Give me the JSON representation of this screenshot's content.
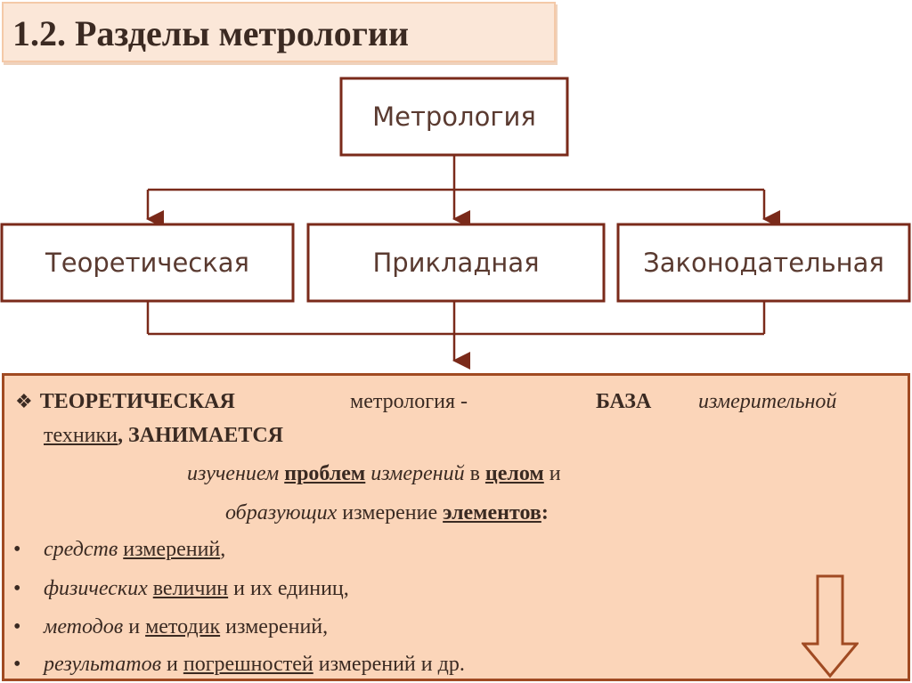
{
  "title": "1.2. Разделы метрологии",
  "diagram": {
    "root": "Метрология",
    "children": [
      "Теоретическая",
      "Прикладная",
      "Законодательная"
    ]
  },
  "panel": {
    "line1": {
      "head": "ТЕОРЕТИЧЕСКАЯ",
      "mid": "метрология -",
      "base": "БАЗА",
      "tail": "измерительной"
    },
    "line2": {
      "word": "техники",
      "rest": ", ЗАНИМАЕТСЯ"
    },
    "line3": {
      "a": "изучением",
      "b": "проблем",
      "c": "измерений",
      "d": "в",
      "e": "целом",
      "f": "и"
    },
    "line4": {
      "a": "образующих",
      "b": "измерение",
      "c": "элементов",
      "d": ":"
    },
    "items": [
      {
        "a": "средств",
        "b": "измерений",
        "c": ","
      },
      {
        "a": "физических",
        "b": "величин",
        "c": "и их единиц,"
      },
      {
        "a": "методов",
        "b": "и",
        "c": "методик",
        "d": "измерений,"
      },
      {
        "a": "результатов",
        "b": "и",
        "c": "погрешностей",
        "d": "измерений и др."
      }
    ],
    "bullet": "•"
  },
  "colors": {
    "box_border": "#7a2a1a",
    "connector": "#7a2a1a",
    "panel_bg": "#fbd5b9",
    "panel_border": "#a04a22",
    "title_bg": "#fbe7d8"
  }
}
